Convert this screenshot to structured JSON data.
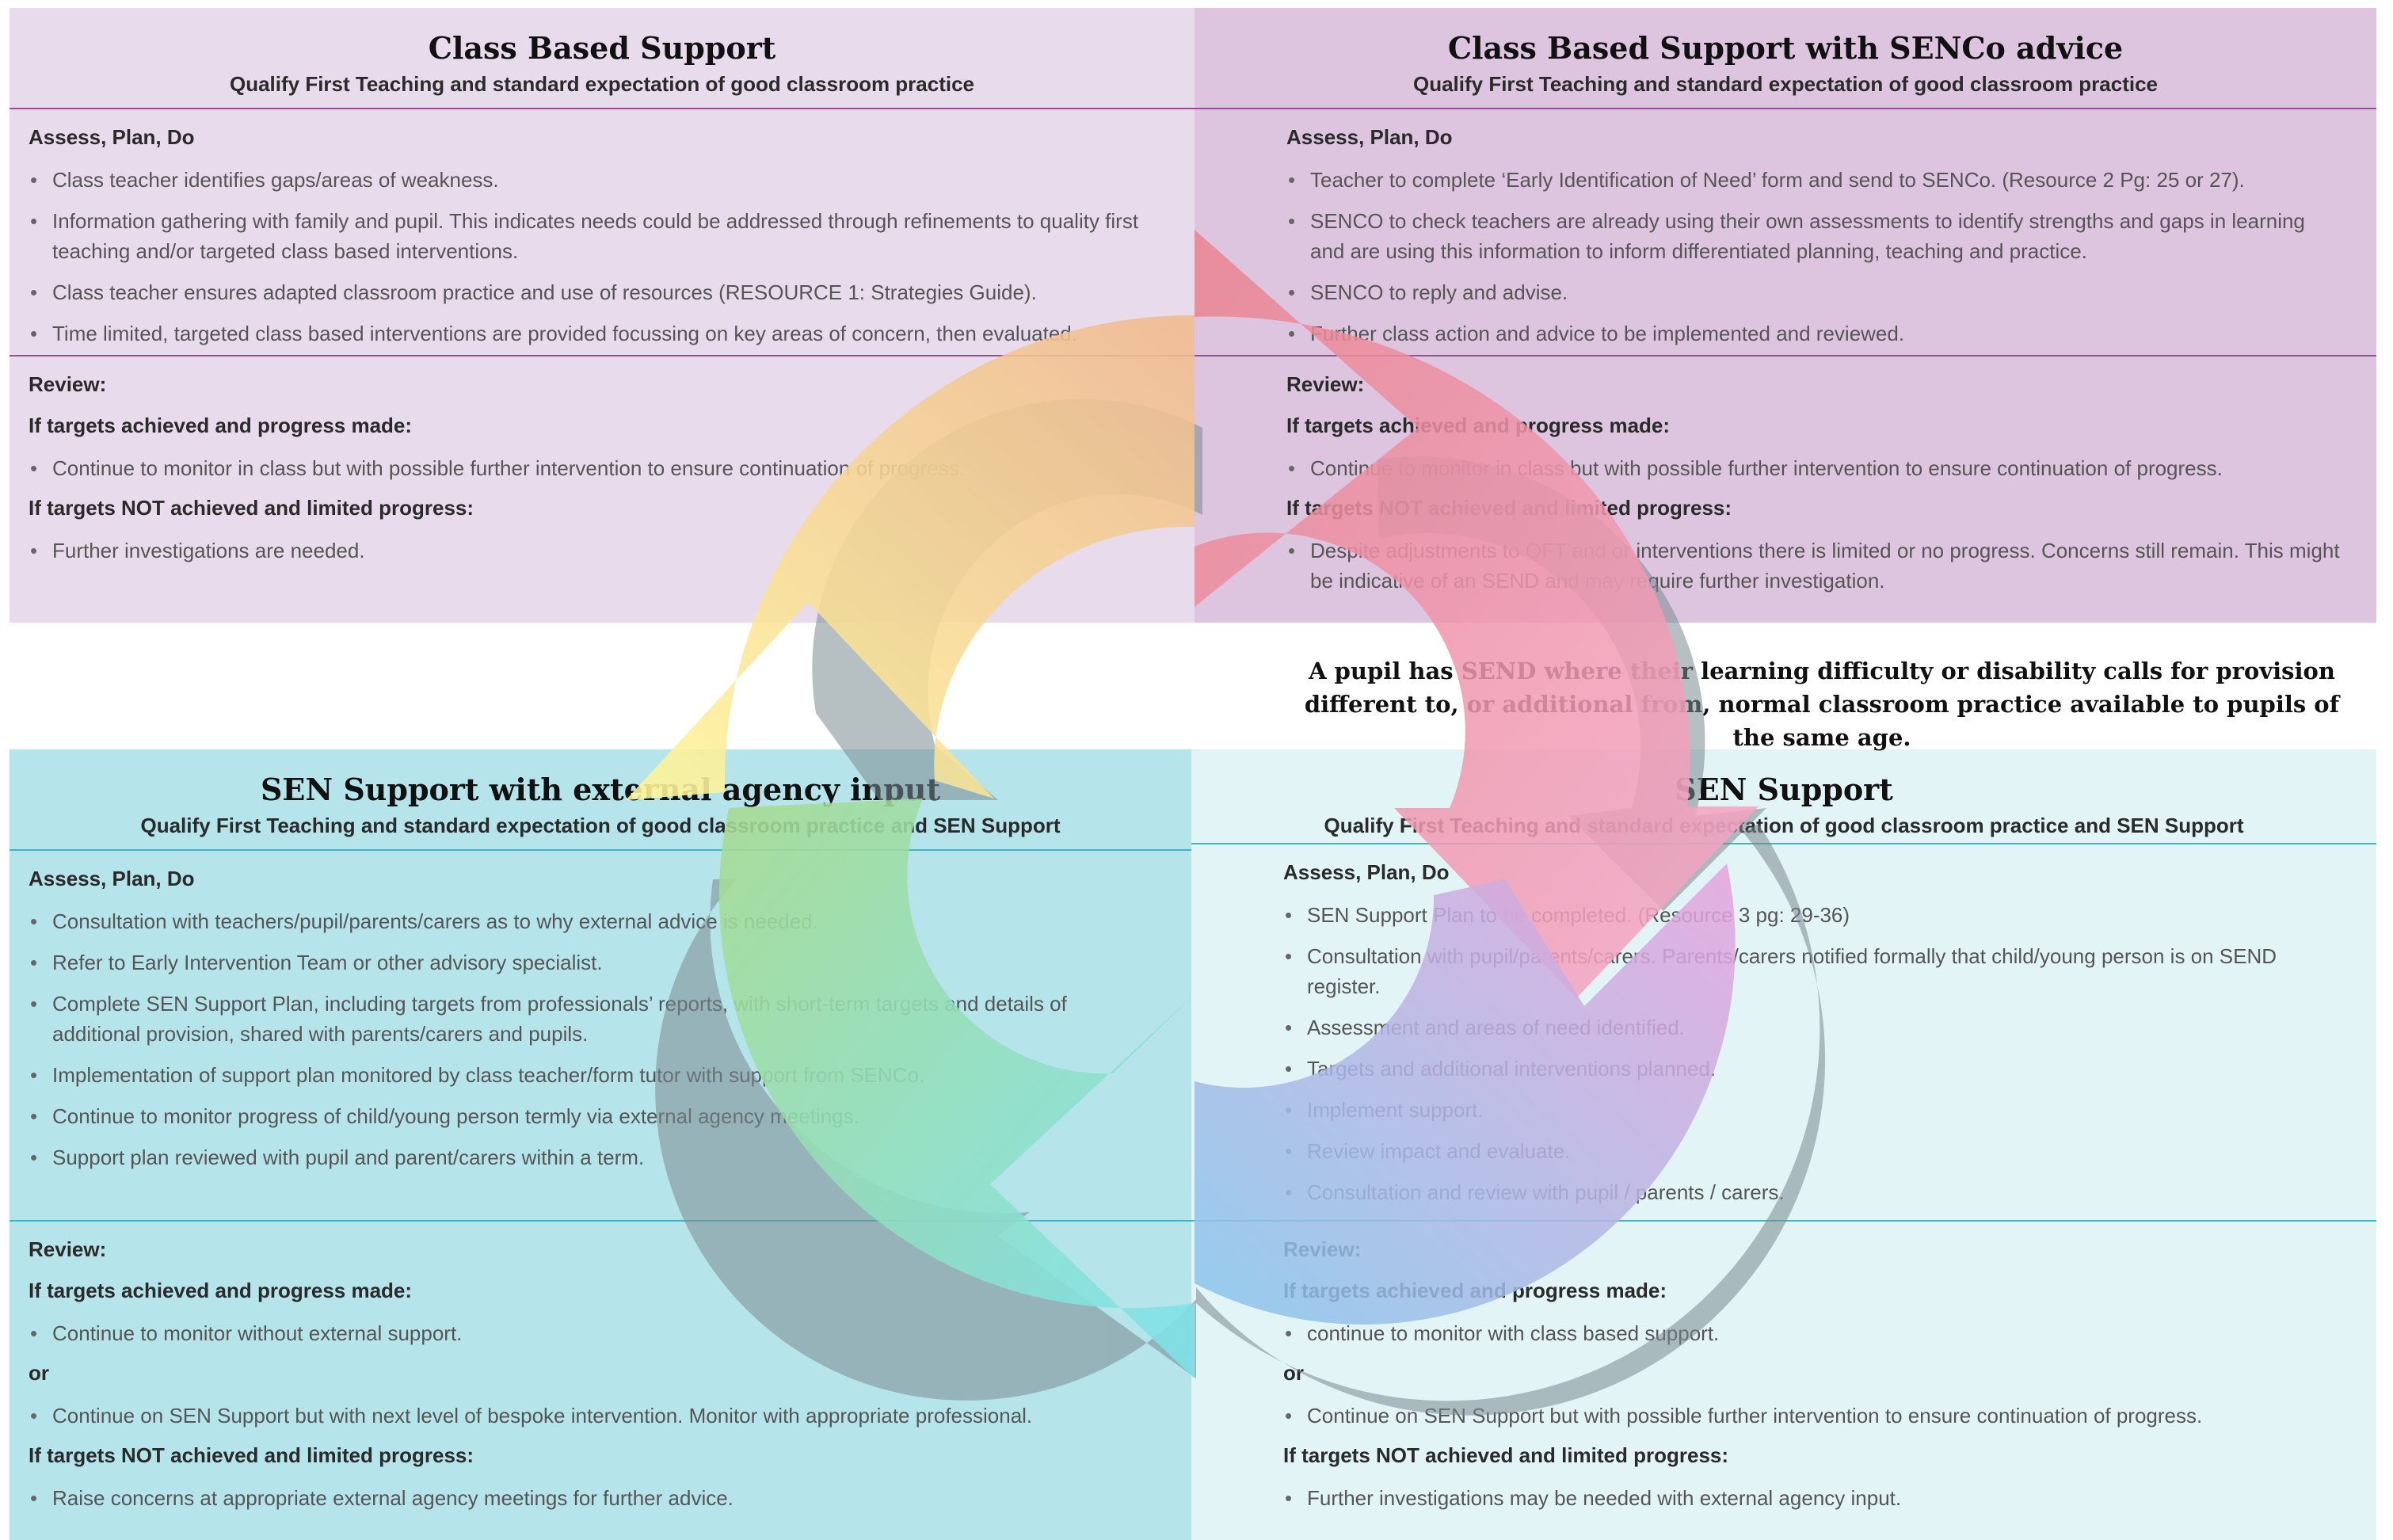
{
  "definition": "A pupil has SEND where their learning difficulty or disability calls for provision different to, or additional from, normal classroom practice available to pupils of the same age.",
  "panels": {
    "tl": {
      "title": "Class Based Support",
      "subtitle": "Qualify First Teaching and standard expectation of good classroom practice",
      "assess_heading": "Assess, Plan, Do",
      "assess_items": [
        "Class teacher identifies gaps/areas of weakness.",
        "Information gathering with family and pupil. This indicates needs could be addressed through refinements to quality first teaching and/or targeted class based interventions.",
        "Class teacher ensures adapted classroom practice and use of resources (RESOURCE 1: Strategies Guide).",
        "Time limited, targeted class based interventions are provided focussing on key areas of concern, then evaluated."
      ],
      "review_heading": "Review:",
      "achieved_heading": "If targets achieved and progress made:",
      "achieved_items": [
        "Continue to monitor in class but with possible further intervention to ensure continuation of progress."
      ],
      "not_achieved_heading": "If targets NOT achieved and limited progress:",
      "not_achieved_items": [
        "Further investigations are needed."
      ]
    },
    "tr": {
      "title": "Class Based Support with SENCo advice",
      "subtitle": "Qualify First Teaching and standard expectation of good classroom practice",
      "assess_heading": "Assess, Plan, Do",
      "assess_items": [
        "Teacher to complete ‘Early Identification of Need’ form and send to SENCo. (Resource 2 Pg: 25 or 27).",
        "SENCO to check teachers are already using their own assessments to identify strengths and gaps in learning and are using this information to inform differentiated planning, teaching and practice.",
        "SENCO to reply and advise.",
        "Further class action and advice to be implemented and reviewed."
      ],
      "review_heading": "Review:",
      "achieved_heading": "If targets achieved and progress made:",
      "achieved_items": [
        "Continue to monitor in class but with possible further intervention to ensure continuation of progress."
      ],
      "not_achieved_heading": "If targets NOT achieved and limited progress:",
      "not_achieved_items": [
        "Despite adjustments to QFT and or interventions there is limited or no progress. Concerns still remain. This might be indicative of an SEND and may require further investigation."
      ]
    },
    "bl": {
      "title": "SEN Support with external agency input",
      "subtitle": "Qualify First Teaching and standard expectation of good classroom practice and SEN Support",
      "assess_heading": "Assess, Plan, Do",
      "assess_items": [
        "Consultation with teachers/pupil/parents/carers as to why external advice is needed.",
        "Refer to Early Intervention Team or other advisory specialist.",
        "Complete SEN Support Plan, including targets from professionals’ reports, with short-term targets and details of additional provision, shared with parents/carers and pupils.",
        "Implementation of support plan monitored by class teacher/form tutor with support from SENCo.",
        "Continue to monitor progress of child/young person termly via external agency meetings.",
        "Support plan reviewed with pupil and parent/carers within a term."
      ],
      "review_heading": "Review:",
      "achieved_heading": "If targets achieved and progress made:",
      "achieved_items_1": [
        "Continue to monitor without external support."
      ],
      "or_label": "or",
      "achieved_items_2": [
        "Continue on SEN Support but with next level of bespoke intervention. Monitor with appropriate professional."
      ],
      "not_achieved_heading": "If targets NOT achieved and limited progress:",
      "not_achieved_items": [
        "Raise concerns at appropriate external agency meetings for further advice."
      ]
    },
    "br": {
      "title": "SEN Support",
      "subtitle": "Qualify First Teaching and standard expectation of good classroom practice and SEN Support",
      "assess_heading": "Assess, Plan, Do",
      "assess_items": [
        "SEN Support Plan to be completed. (Resource 3 pg: 29-36)",
        "Consultation with pupil/parents/carers. Parents/carers notified formally that child/young person is on SEND register.",
        "Assessment and areas of need identified.",
        "Targets and additional interventions planned.",
        "Implement support.",
        "Review impact and evaluate.",
        "Consultation and review with pupil / parents / carers."
      ],
      "review_heading": "Review:",
      "achieved_heading": "If targets achieved and progress made:",
      "achieved_items_1": [
        "continue to monitor with class based support."
      ],
      "or_label": "or",
      "achieved_items_2": [
        "Continue on SEN Support but with possible further intervention to ensure continuation of progress."
      ],
      "not_achieved_heading": "If targets NOT achieved and limited progress:",
      "not_achieved_items": [
        "Further investigations may be needed with external agency input."
      ]
    }
  },
  "cycle_colors": {
    "top_left_arc": [
      "#fff79a",
      "#f0b98f"
    ],
    "top_right_arc": [
      "#e9838f",
      "#f6a8c8"
    ],
    "bottom_right_arc": [
      "#e6a3dc",
      "#86c6ec"
    ],
    "bottom_left_arc": [
      "#7de3ee",
      "#a7db8f"
    ],
    "shadow": "#7a8a90"
  }
}
